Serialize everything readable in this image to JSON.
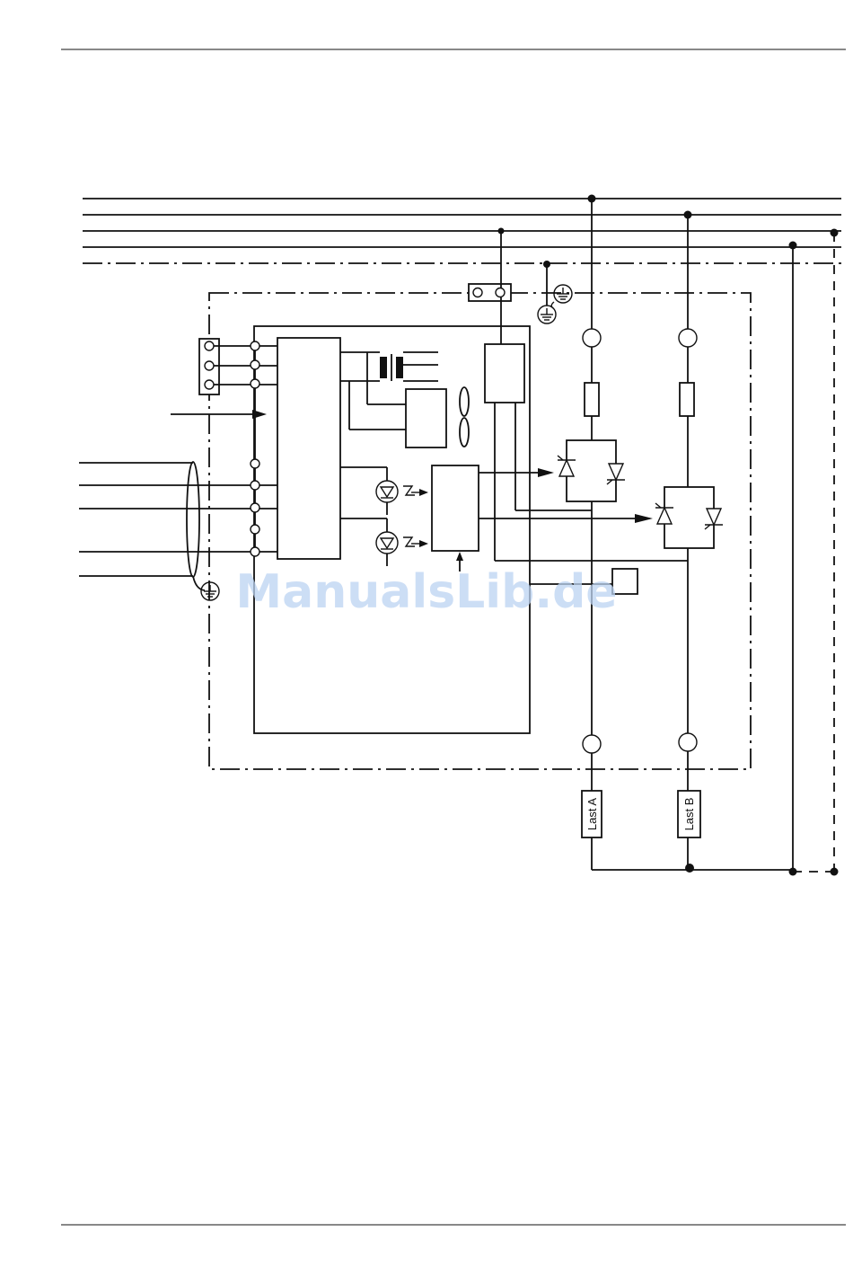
{
  "page": {
    "watermark": "ManualsLib.de"
  },
  "diagram": {
    "load_a_label": "Last A",
    "load_b_label": "Last B"
  }
}
